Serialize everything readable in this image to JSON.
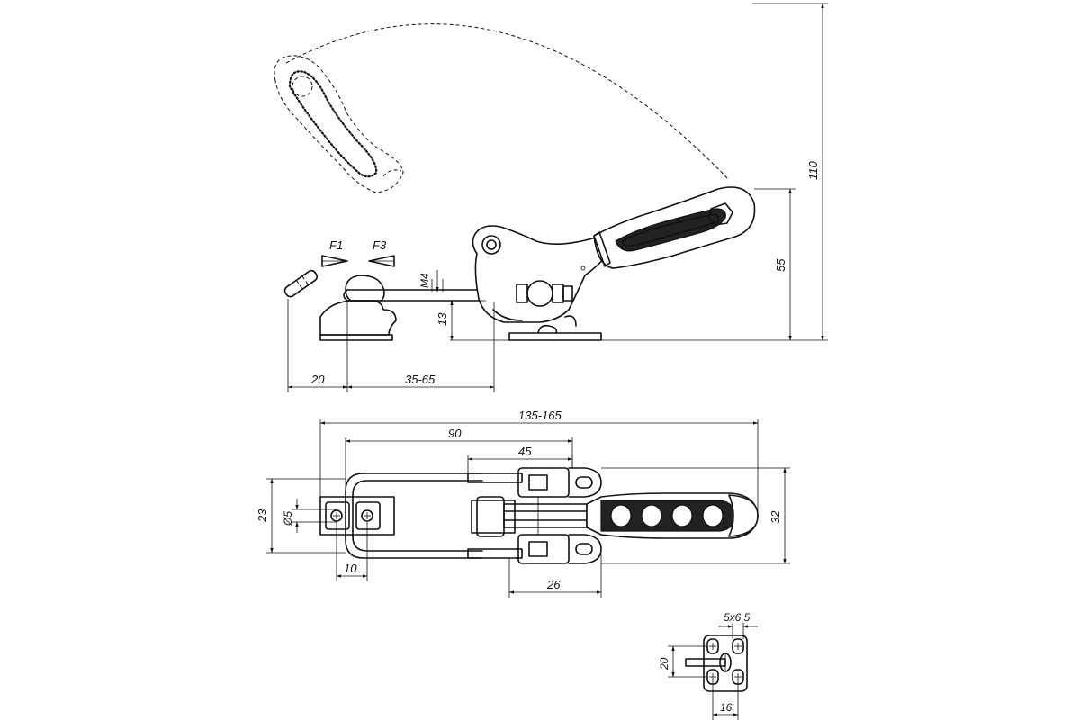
{
  "side_view": {
    "force_labels": {
      "f1": "F1",
      "f3": "F3"
    },
    "thread_label": "M4",
    "dimensions": {
      "total_height": "110",
      "handle_height": "55",
      "base_height": "13",
      "hook_offset": "20",
      "adjust_range": "35-65"
    }
  },
  "top_view": {
    "dimensions": {
      "overall_length": "135-165",
      "length_90": "90",
      "length_45": "45",
      "width_23": "23",
      "hole_dia": "Ø5",
      "width_10": "10",
      "base_26": "26",
      "width_32": "32"
    }
  },
  "catch_plate": {
    "dimensions": {
      "slot": "5x6,5",
      "height": "20",
      "width": "16"
    }
  }
}
